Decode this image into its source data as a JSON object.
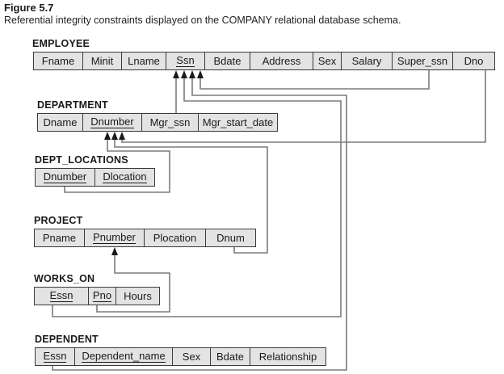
{
  "figure": {
    "label": "Figure 5.7",
    "caption": "Referential integrity constraints displayed on the COMPANY relational database schema."
  },
  "colors": {
    "cell_fill": "#e3e3e3",
    "cell_border": "#3a3a3a",
    "connector_line": "#7b7b7b",
    "arrowhead": "#1a1a1a"
  },
  "tables": [
    {
      "name": "EMPLOYEE",
      "attributes": [
        {
          "label": "Fname",
          "key": false
        },
        {
          "label": "Minit",
          "key": false
        },
        {
          "label": "Lname",
          "key": false
        },
        {
          "label": "Ssn",
          "key": true
        },
        {
          "label": "Bdate",
          "key": false
        },
        {
          "label": "Address",
          "key": false
        },
        {
          "label": "Sex",
          "key": false
        },
        {
          "label": "Salary",
          "key": false
        },
        {
          "label": "Super_ssn",
          "key": false
        },
        {
          "label": "Dno",
          "key": false
        }
      ]
    },
    {
      "name": "DEPARTMENT",
      "attributes": [
        {
          "label": "Dname",
          "key": false
        },
        {
          "label": "Dnumber",
          "key": true
        },
        {
          "label": "Mgr_ssn",
          "key": false
        },
        {
          "label": "Mgr_start_date",
          "key": false
        }
      ]
    },
    {
      "name": "DEPT_LOCATIONS",
      "attributes": [
        {
          "label": "Dnumber",
          "key": true
        },
        {
          "label": "Dlocation",
          "key": true
        }
      ]
    },
    {
      "name": "PROJECT",
      "attributes": [
        {
          "label": "Pname",
          "key": false
        },
        {
          "label": "Pnumber",
          "key": true
        },
        {
          "label": "Plocation",
          "key": false
        },
        {
          "label": "Dnum",
          "key": false
        }
      ]
    },
    {
      "name": "WORKS_ON",
      "attributes": [
        {
          "label": "Essn",
          "key": true
        },
        {
          "label": "Pno",
          "key": true
        },
        {
          "label": "Hours",
          "key": false
        }
      ]
    },
    {
      "name": "DEPENDENT",
      "attributes": [
        {
          "label": "Essn",
          "key": true
        },
        {
          "label": "Dependent_name",
          "key": true
        },
        {
          "label": "Sex",
          "key": false
        },
        {
          "label": "Bdate",
          "key": false
        },
        {
          "label": "Relationship",
          "key": false
        }
      ]
    }
  ],
  "relationships": [
    {
      "from": "DEPARTMENT.Mgr_ssn",
      "to": "EMPLOYEE.Ssn"
    },
    {
      "from": "EMPLOYEE.Super_ssn",
      "to": "EMPLOYEE.Ssn"
    },
    {
      "from": "WORKS_ON.Essn",
      "to": "EMPLOYEE.Ssn"
    },
    {
      "from": "DEPENDENT.Essn",
      "to": "EMPLOYEE.Ssn"
    },
    {
      "from": "DEPT_LOCATIONS.Dnumber",
      "to": "DEPARTMENT.Dnumber"
    },
    {
      "from": "PROJECT.Dnum",
      "to": "DEPARTMENT.Dnumber"
    },
    {
      "from": "EMPLOYEE.Dno",
      "to": "DEPARTMENT.Dnumber"
    },
    {
      "from": "WORKS_ON.Pno",
      "to": "PROJECT.Pnumber"
    }
  ]
}
